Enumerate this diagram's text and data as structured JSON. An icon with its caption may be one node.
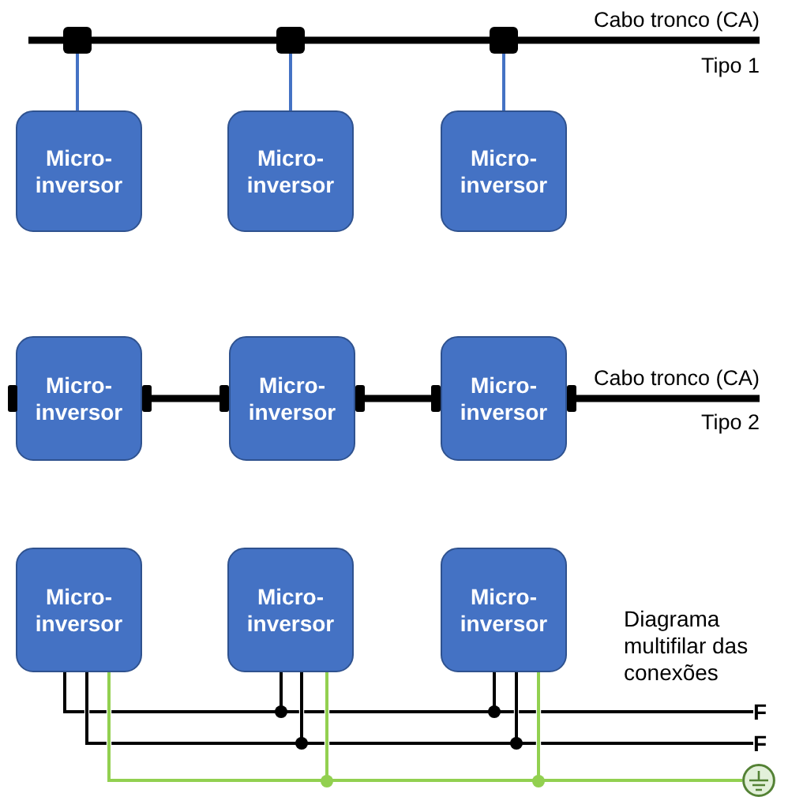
{
  "diagram": {
    "nodes": [
      {
        "text": [],
        "shape": "box"
      },
      {
        "text": [],
        "shape": "box"
      },
      {
        "text": [],
        "shape": "box"
      },
      {
        "text": [
          "Micro- inversor"
        ]
      },
      {
        "text": [
          "Micro- inversor"
        ]
      },
      {
        "text": [
          "Micro- inversor"
        ]
      },
      {
        "text": [
          "Micro- inversor"
        ]
      },
      {
        "text": [
          "Micro- inversor"
        ]
      },
      {
        "text": [
          "Micro- inversor"
        ]
      },
      {
        "text": [
          "Micro- inversor"
        ]
      },
      {
        "text": [
          "Micro- inversor"
        ]
      },
      {
        "text": [
          "Micro- inversor"
        ]
      },
      {
        "text": [
          "F"
        ]
      },
      {
        "text": [
          "F"
        ]
      },
      {
        "text": [],
        "shape": "circle"
      }
    ],
    "edges": [
      {
        "from": null,
        "to": 0,
        "arrow": "none",
        "style": "thick"
      },
      {
        "from": 0,
        "to": 1,
        "arrow": "none",
        "style": "thick"
      },
      {
        "from": 1,
        "to": 2,
        "arrow": "none",
        "style": "thick"
      },
      {
        "from": 2,
        "to": null,
        "arrow": "none",
        "style": "thick",
        "label": "Cabo tronco (CA)"
      },
      {
        "from": 0,
        "to": 3,
        "arrow": "none",
        "color": "#4472c4"
      },
      {
        "from": 1,
        "to": 4,
        "arrow": "none",
        "color": "#4472c4"
      },
      {
        "from": 2,
        "to": 5,
        "arrow": "none",
        "color": "#4472c4"
      },
      {
        "from": 6,
        "to": 7,
        "arrow": "other",
        "style": "thick"
      },
      {
        "from": 7,
        "to": 8,
        "arrow": "other",
        "style": "thick"
      },
      {
        "from": 8,
        "to": null,
        "arrow": "other",
        "style": "thick",
        "label": "Cabo tronco (CA)"
      },
      {
        "from": 9,
        "to": 12,
        "arrow": "none"
      },
      {
        "from": 10,
        "to": 12,
        "arrow": "none"
      },
      {
        "from": 11,
        "to": 12,
        "arrow": "none"
      },
      {
        "from": 9,
        "to": 13,
        "arrow": "none"
      },
      {
        "from": 10,
        "to": 13,
        "arrow": "none"
      },
      {
        "from": 11,
        "to": 13,
        "arrow": "none"
      },
      {
        "from": 9,
        "to": 14,
        "arrow": "none",
        "color": "#92d050"
      },
      {
        "from": 10,
        "to": 14,
        "arrow": "none",
        "color": "#92d050"
      },
      {
        "from": 11,
        "to": 14,
        "arrow": "none",
        "color": "#92d050"
      }
    ],
    "labels": [
      "Tipo 1",
      "Tipo 2",
      "Diagrama multifilar das conexões"
    ]
  }
}
